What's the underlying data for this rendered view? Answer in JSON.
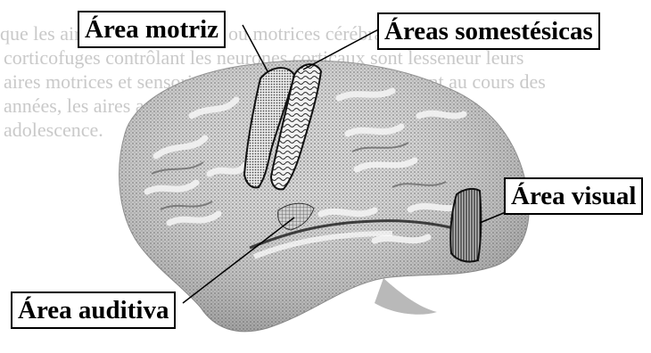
{
  "background_text": [
    "que les aires primaires (I, II) ou motrices cérébrales",
    "corticofuges contrôlant les neurones corticaux sont lesseneur leurs",
    "aires motrices et sensorielles se développent rapidement au cours des",
    "années, les aires associatives ont une longue évolution que v",
    "adolescence."
  ],
  "labels": {
    "motor": "Área motriz",
    "somatosensory": "Áreas somestésicas",
    "visual": "Área visual",
    "auditory": "Área auditiva"
  }
}
